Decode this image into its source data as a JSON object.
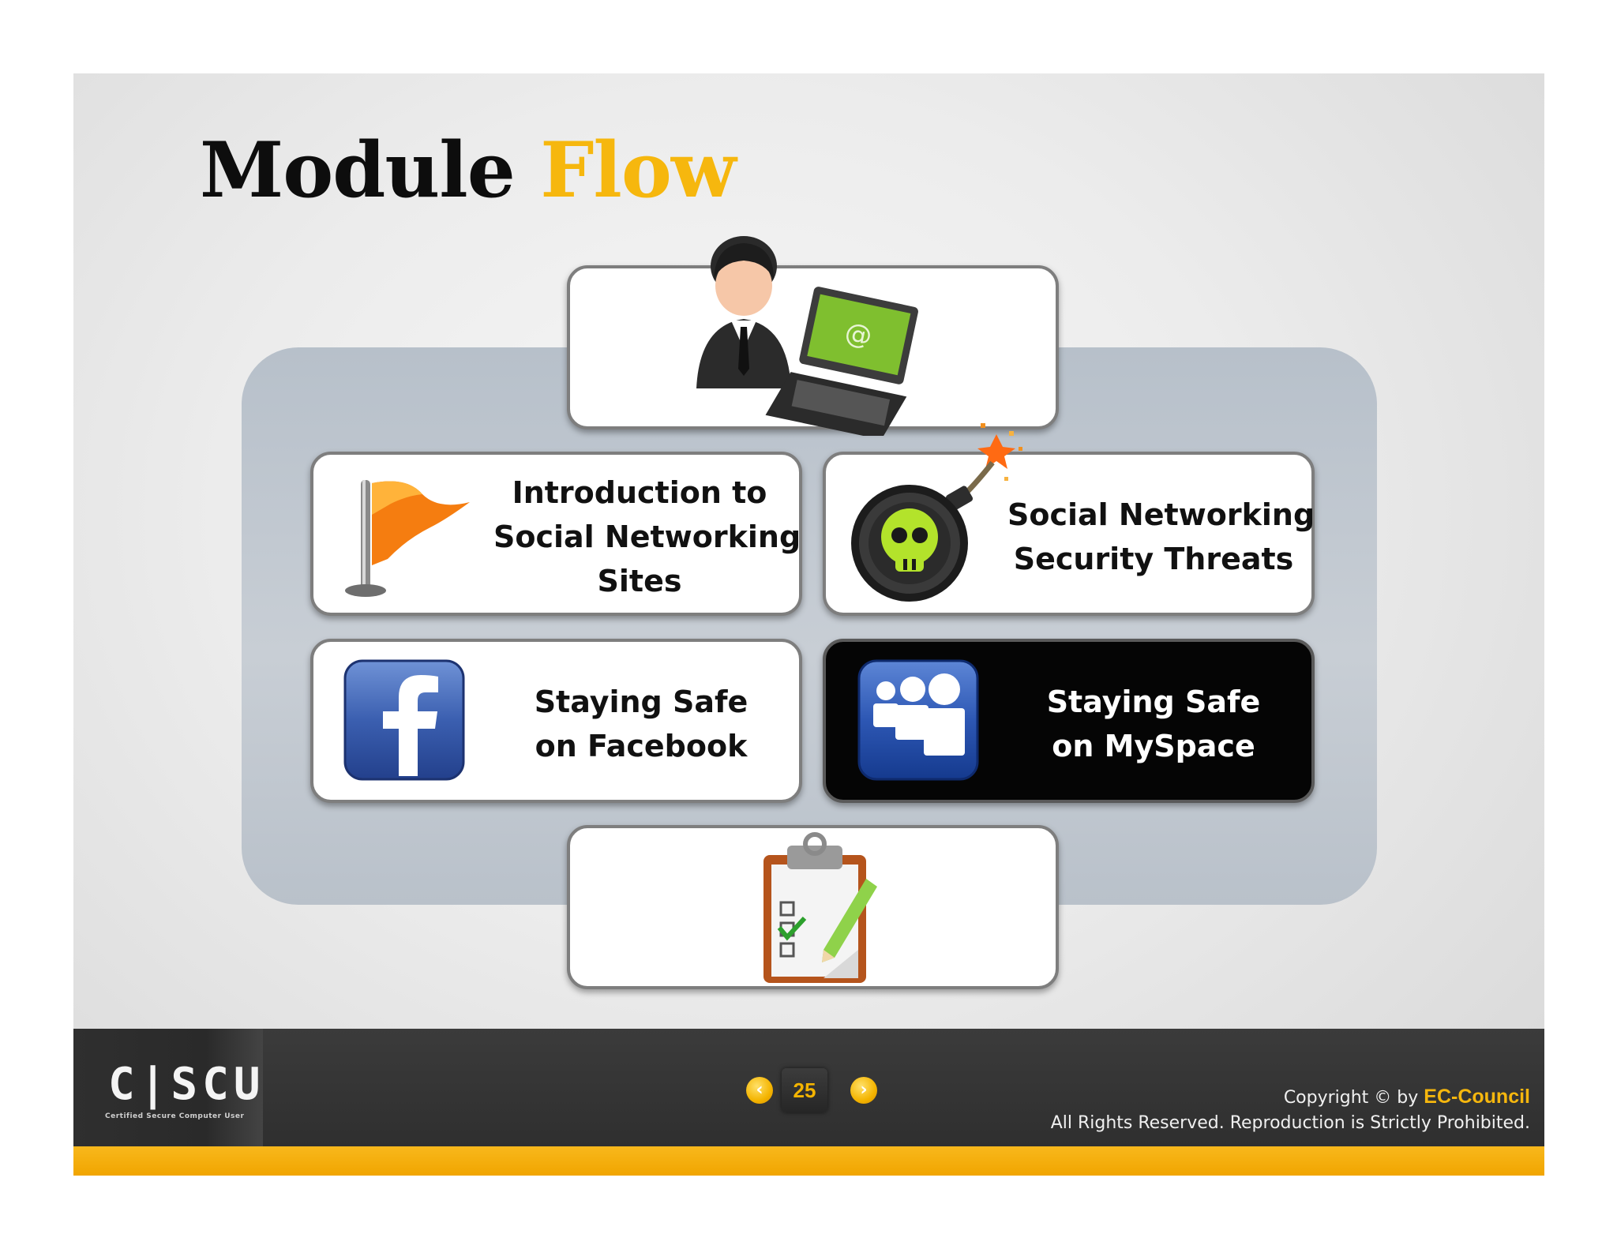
{
  "slide": {
    "title_main": "Module",
    "title_accent": "Flow"
  },
  "flow": {
    "intro_label_line1": "Introduction to",
    "intro_label_line2": "Social Networking",
    "intro_label_line3": "Sites",
    "threats_label_line1": "Social Networking",
    "threats_label_line2": "Security Threats",
    "facebook_label_line1": "Staying Safe",
    "facebook_label_line2": "on Facebook",
    "myspace_label_line1": "Staying Safe",
    "myspace_label_line2": "on MySpace",
    "active_item": "myspace"
  },
  "footer": {
    "logo_text": "C|SCU",
    "logo_subtext": "Certified  Secure  Computer  User",
    "page_number": "25",
    "prev_icon": "chevron-left-icon",
    "next_icon": "chevron-right-icon",
    "copyright_prefix": "Copyright © by",
    "copyright_brand": "EC-Council",
    "rights_text": "All Rights Reserved. Reproduction is Strictly Prohibited."
  },
  "colors": {
    "accent": "#f6b70e",
    "footer_dark": "#2c2c2c",
    "footer_bar": "#f1a500",
    "active_card": "#050505"
  }
}
